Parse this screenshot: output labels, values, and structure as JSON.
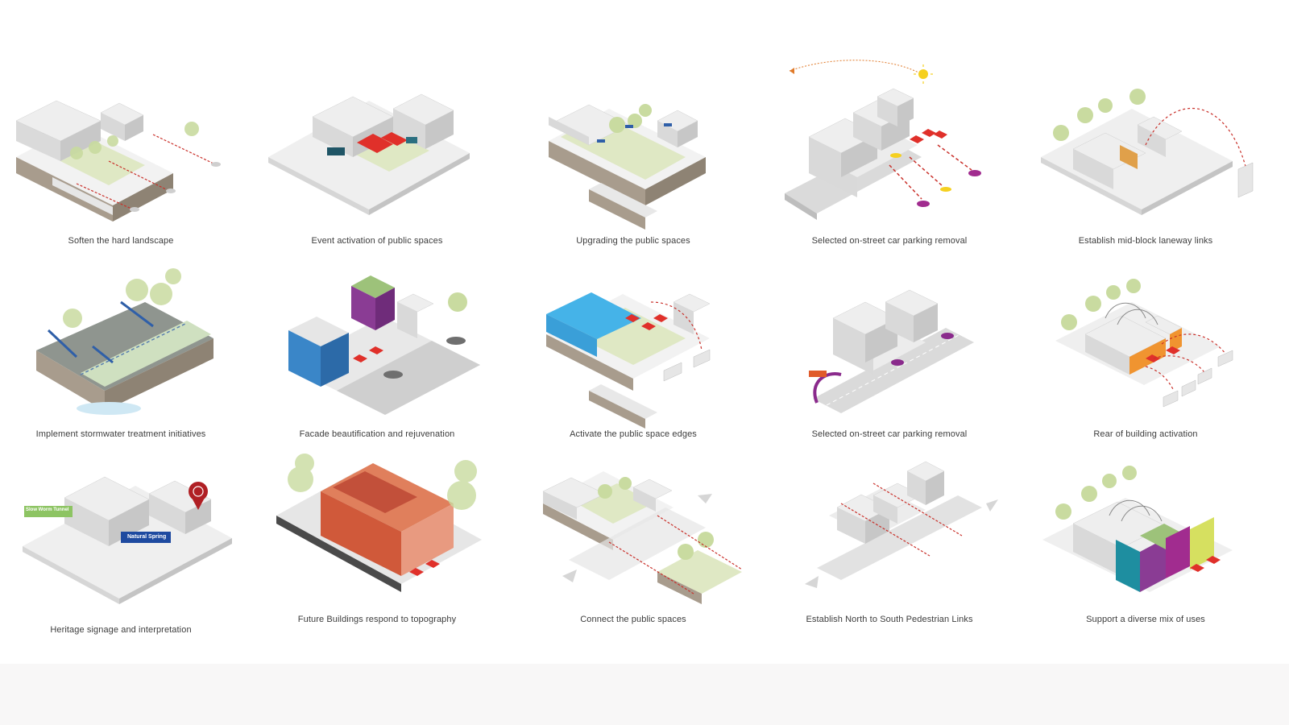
{
  "panels": [
    {
      "caption": "Soften the hard landscape",
      "icon": "hard-landscape-diagram"
    },
    {
      "caption": "Event activation of public spaces",
      "icon": "event-activation-diagram"
    },
    {
      "caption": "Upgrading the public spaces",
      "icon": "upgrading-spaces-diagram"
    },
    {
      "caption": "Selected on-street car parking removal",
      "icon": "parking-removal-diagram"
    },
    {
      "caption": "Establish mid-block laneway links",
      "icon": "laneway-links-diagram"
    },
    {
      "caption": "Implement stormwater treatment initiatives",
      "icon": "stormwater-diagram"
    },
    {
      "caption": "Facade beautification and rejuvenation",
      "icon": "facade-diagram"
    },
    {
      "caption": "Activate the public space edges",
      "icon": "space-edges-diagram"
    },
    {
      "caption": "Selected on-street car parking removal",
      "icon": "parking-removal-diagram-2"
    },
    {
      "caption": "Rear of building activation",
      "icon": "rear-activation-diagram"
    },
    {
      "caption": "Heritage signage and interpretation",
      "icon": "heritage-signage-diagram",
      "signs": [
        "Slow Worm Tunnel",
        "Natural Spring"
      ]
    },
    {
      "caption": "Future Buildings respond to topography",
      "icon": "topography-diagram"
    },
    {
      "caption": "Connect the public spaces",
      "icon": "connect-spaces-diagram"
    },
    {
      "caption": "Establish North to South Pedestrian Links",
      "icon": "pedestrian-links-diagram"
    },
    {
      "caption": "Support a diverse mix of uses",
      "icon": "mixed-use-diagram"
    }
  ],
  "colors": {
    "ground": "#eeeeee",
    "ground_side": "#d6d6d6",
    "earth": "#a79b8c",
    "building_top": "#f0f0f0",
    "building_left": "#d9d9d9",
    "building_right": "#c7c7c7",
    "grass": "#dfe8c4",
    "tree": "#c9dba0",
    "accent_red": "#e0302a",
    "accent_blue": "#2f5fa8",
    "accent_purple": "#8a2a8c",
    "accent_orange": "#f0962e",
    "sky_blue": "#45b3e8",
    "sun": "#f5d020"
  }
}
